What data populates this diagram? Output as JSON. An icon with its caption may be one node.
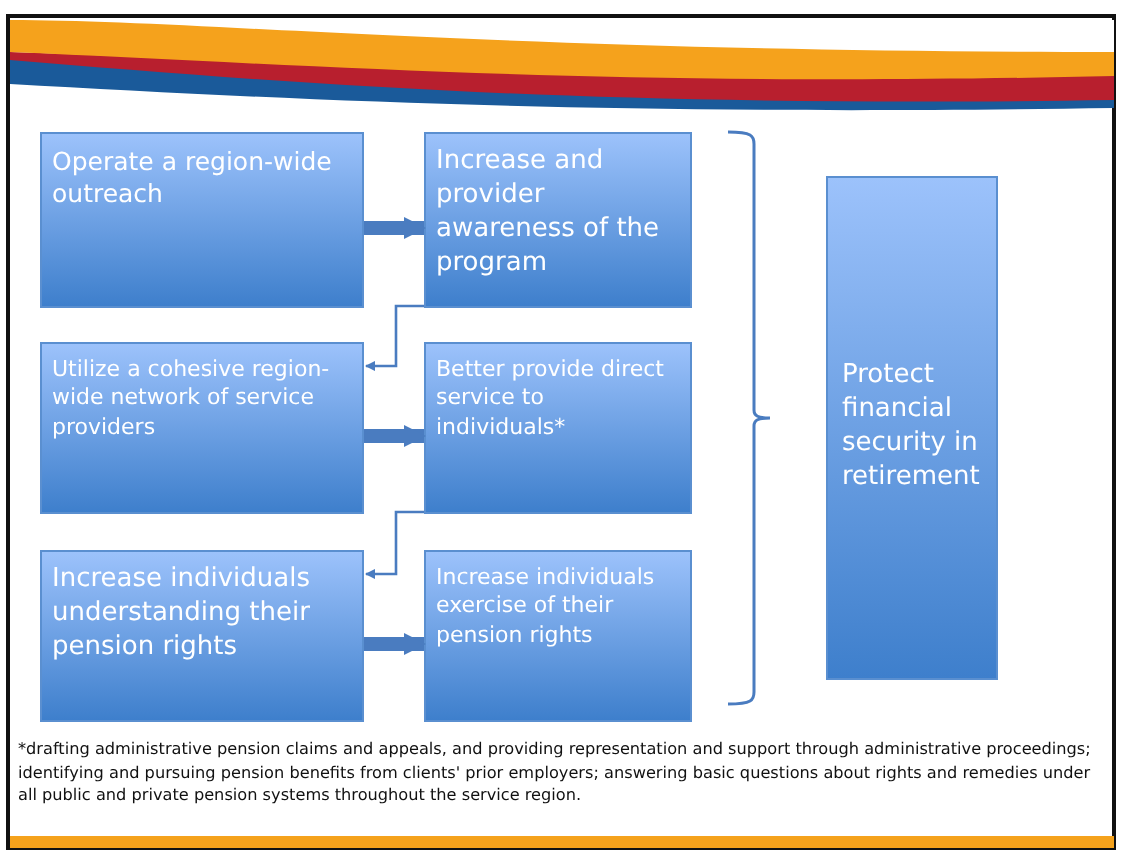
{
  "diagram": {
    "nodes": [
      {
        "text": [
          "Operate a region-wide outreach"
        ]
      },
      {
        "text": [
          "Increase and provider awareness of the program"
        ]
      },
      {
        "text": [
          "Utilize a cohesive region-wide network of service providers"
        ]
      },
      {
        "text": [
          "Better provide direct service to individuals*"
        ]
      },
      {
        "text": [
          "Increase individuals understanding their pension rights"
        ]
      },
      {
        "text": [
          "Increase individuals exercise of their pension rights"
        ]
      },
      {
        "text": [
          "Protect financial security in retirement"
        ]
      }
    ],
    "edges": [
      {
        "from": 0,
        "to": 1,
        "arrow": "to"
      },
      {
        "from": 1,
        "to": 2,
        "arrow": "to"
      },
      {
        "from": 2,
        "to": 3,
        "arrow": "to"
      },
      {
        "from": 3,
        "to": 4,
        "arrow": "to"
      },
      {
        "from": 4,
        "to": 5,
        "arrow": "to"
      }
    ],
    "labels": [
      "*drafting administrative pension claims and appeals, and providing representation and support through administrative proceedings; identifying and pursuing pension benefits from clients' prior employers; answering basic questions about rights and remedies under all public and private pension systems throughout the service region."
    ]
  }
}
